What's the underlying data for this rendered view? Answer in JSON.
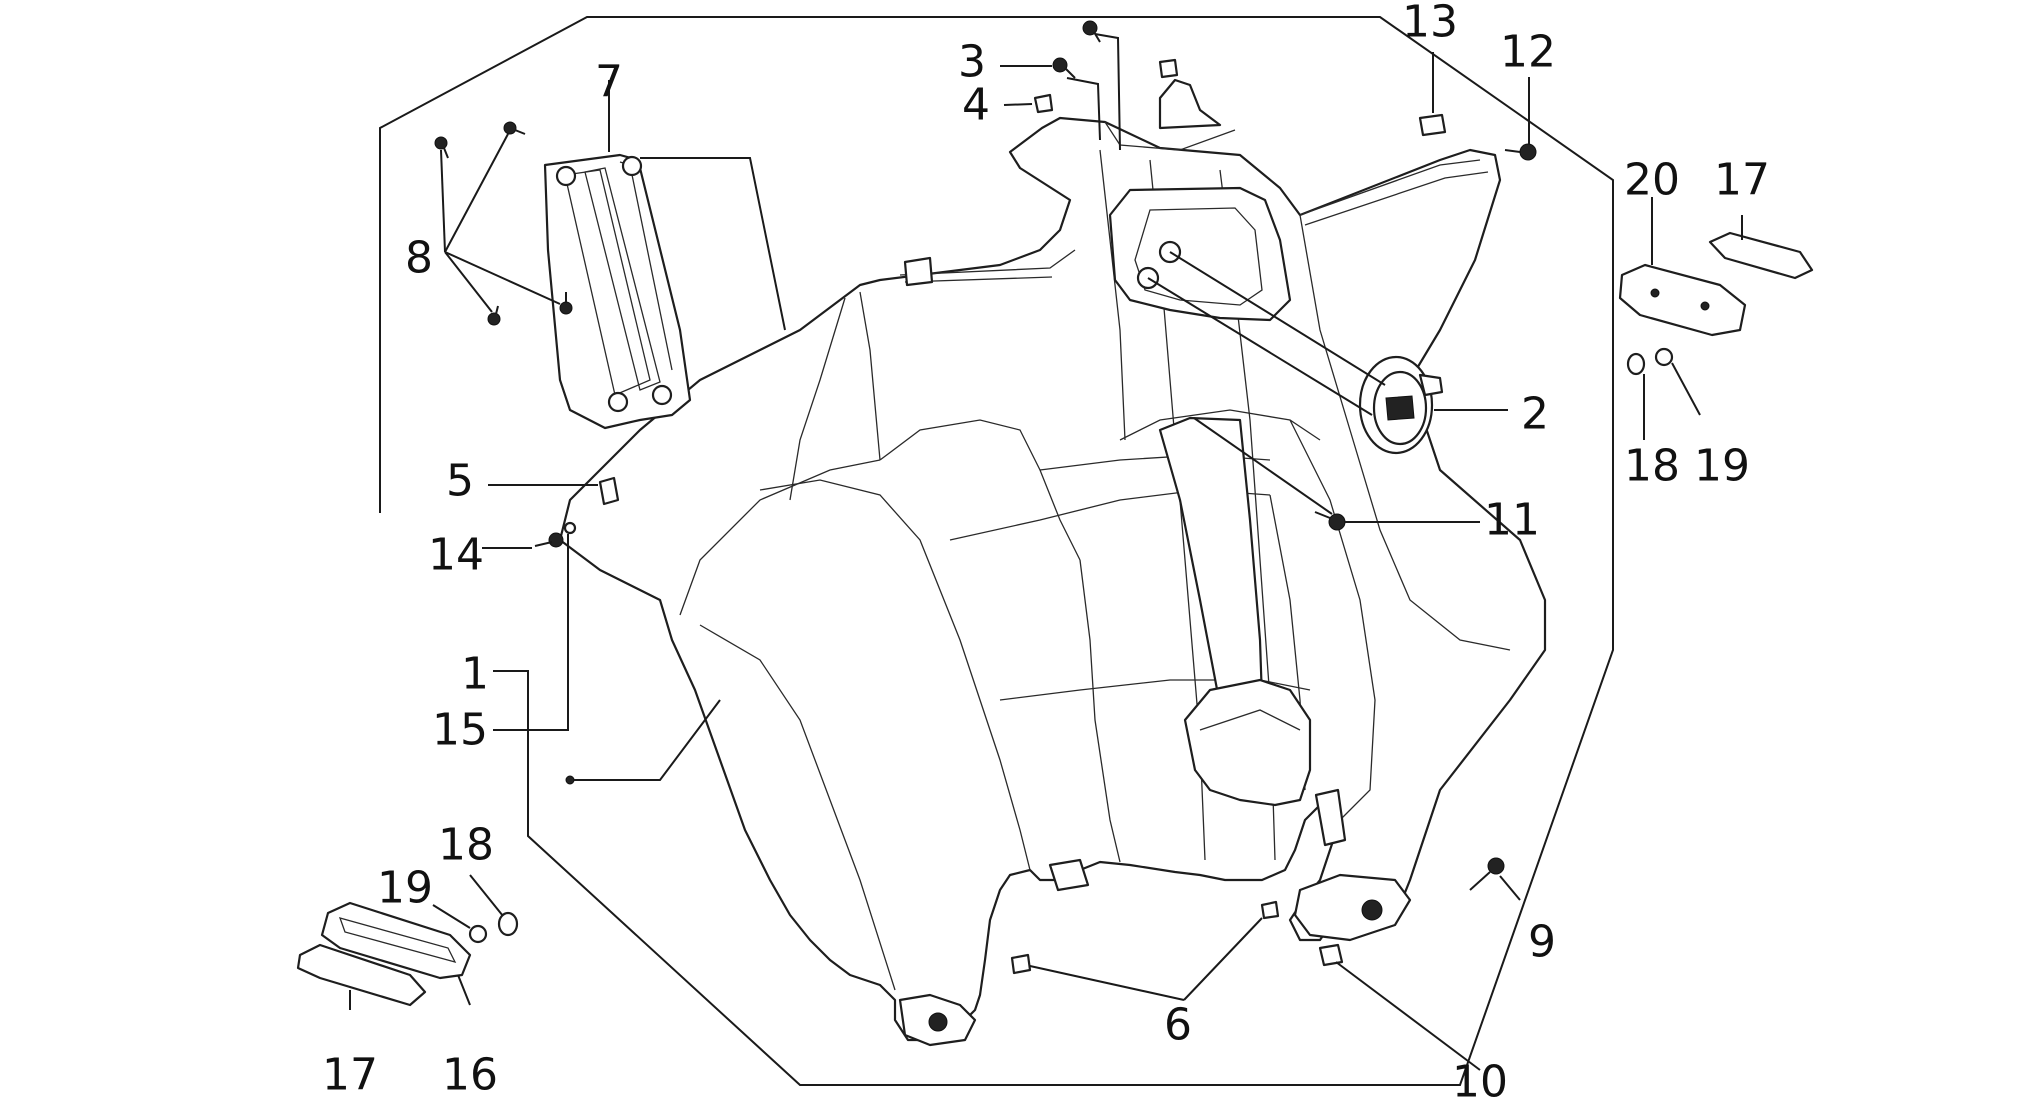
{
  "colors": {
    "line": "#1a1a1a",
    "text": "#111111",
    "background": "#ffffff"
  },
  "callouts": [
    "1",
    "2",
    "3",
    "4",
    "5",
    "6",
    "7",
    "8",
    "9",
    "10",
    "11",
    "12",
    "13",
    "14",
    "15",
    "16",
    "17",
    "17",
    "18",
    "18",
    "19",
    "19",
    "20"
  ]
}
